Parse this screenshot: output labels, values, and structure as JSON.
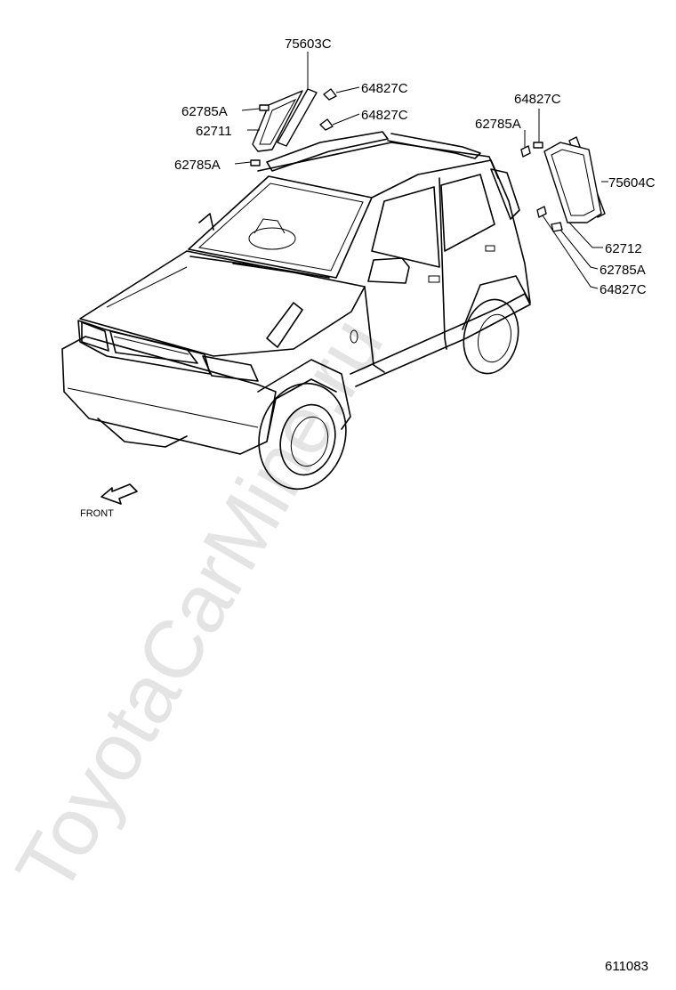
{
  "watermark": "ToyotaCarMine.ru",
  "diagram_id": "611083",
  "front_label": "FRONT",
  "labels": {
    "p75603c": "75603C",
    "p64827c_a": "64827C",
    "p64827c_b": "64827C",
    "p62785a_a": "62785A",
    "p62711": "62711",
    "p62785a_b": "62785A",
    "p64827c_c": "64827C",
    "p62785a_c": "62785A",
    "p75604c": "75604C",
    "p62712": "62712",
    "p62785a_d": "62785A",
    "p64827c_d": "64827C"
  }
}
